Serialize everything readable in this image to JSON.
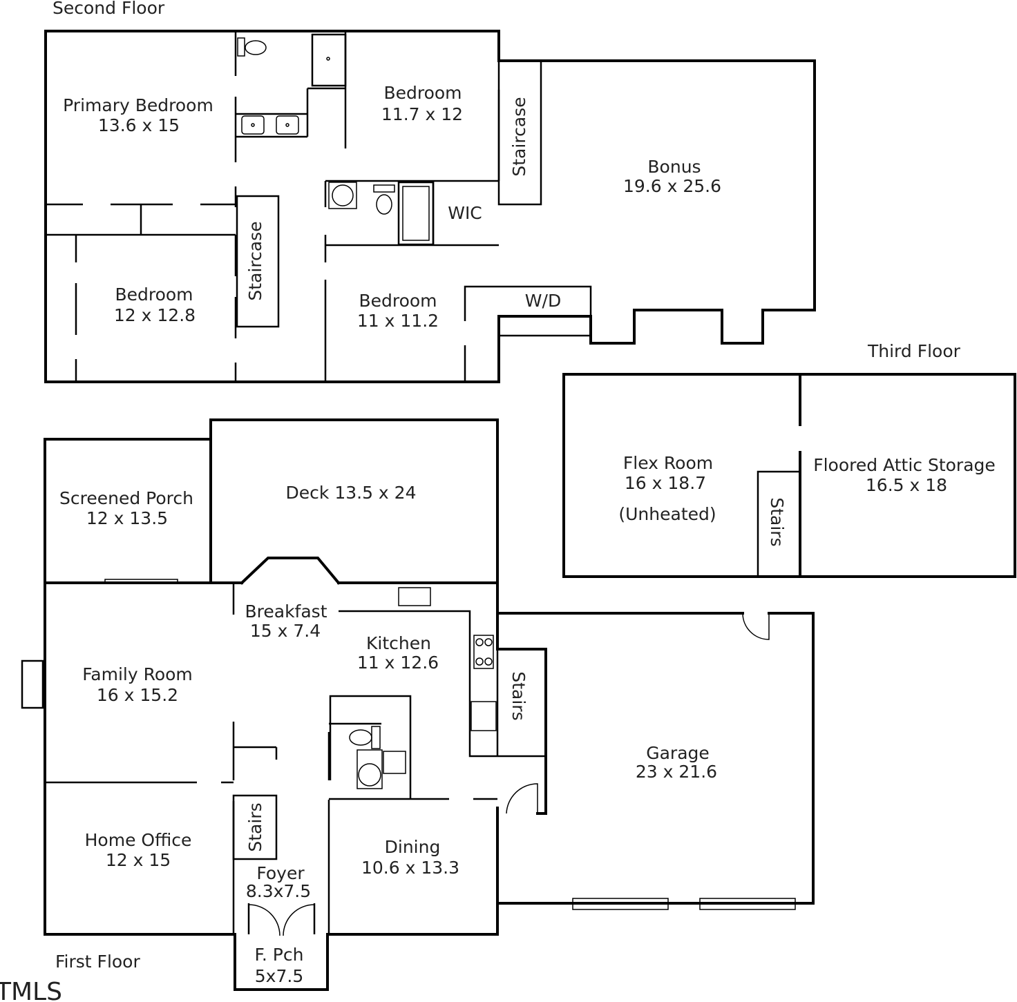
{
  "floors": {
    "second": "Second Floor",
    "third": "Third Floor",
    "first": "First Floor"
  },
  "rooms": {
    "primary_bedroom": {
      "name": "Primary Bedroom",
      "size": "13.6 x 15"
    },
    "bedroom_a": {
      "name": "Bedroom",
      "size": "11.7 x 12"
    },
    "bonus": {
      "name": "Bonus",
      "size": "19.6 x 25.6"
    },
    "bedroom_b": {
      "name": "Bedroom",
      "size": "12 x 12.8"
    },
    "bedroom_c": {
      "name": "Bedroom",
      "size": "11 x 11.2"
    },
    "wic": {
      "name": "WIC"
    },
    "wd": {
      "name": "W/D"
    },
    "staircase_upper": {
      "name": "Staircase"
    },
    "staircase_lower": {
      "name": "Staircase"
    },
    "flex_room": {
      "name": "Flex Room",
      "size": "16 x 18.7",
      "note": "(Unheated)"
    },
    "attic": {
      "name": "Floored Attic Storage",
      "size": "16.5 x 18"
    },
    "stairs_attic": {
      "name": "Stairs"
    },
    "screened_porch": {
      "name": "Screened Porch",
      "size": "12 x 13.5"
    },
    "deck": {
      "name": "Deck 13.5 x 24"
    },
    "breakfast": {
      "name": "Breakfast",
      "size": "15 x 7.4"
    },
    "kitchen": {
      "name": "Kitchen",
      "size": "11 x 12.6"
    },
    "family_room": {
      "name": "Family Room",
      "size": "16 x 15.2"
    },
    "garage": {
      "name": "Garage",
      "size": "23 x 21.6"
    },
    "stairs_garage": {
      "name": "Stairs"
    },
    "stairs_foyer": {
      "name": "Stairs"
    },
    "home_office": {
      "name": "Home Office",
      "size": "12 x 15"
    },
    "foyer": {
      "name": "Foyer",
      "size": "8.3x7.5"
    },
    "dining": {
      "name": "Dining",
      "size": "10.6 x 13.3"
    },
    "front_porch": {
      "name": "F. Pch",
      "size": "5x7.5"
    }
  },
  "watermark": "TMLS"
}
